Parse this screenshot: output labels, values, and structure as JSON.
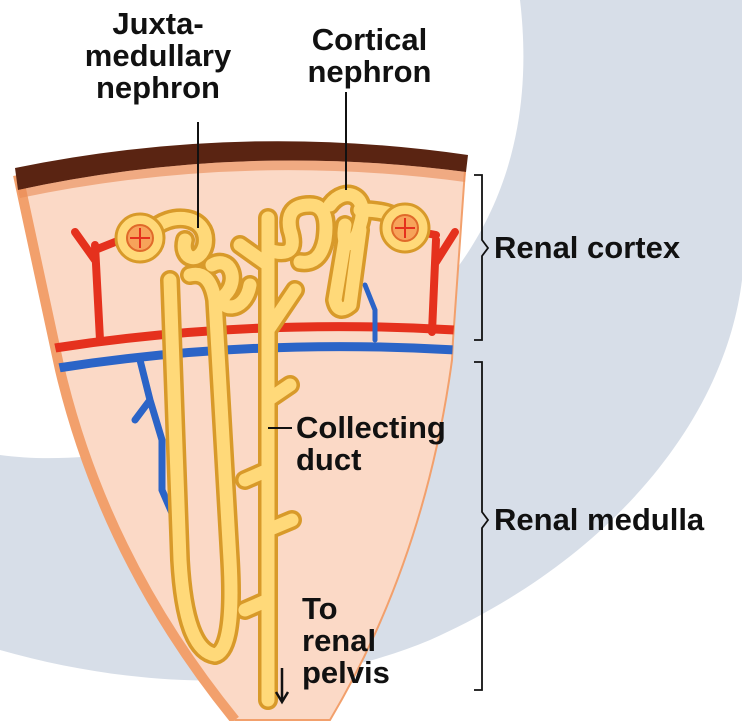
{
  "labels": {
    "juxtamedullary": "Juxta-\nmedullary\nnephron",
    "cortical": "Cortical\nnephron",
    "renal_cortex": "Renal cortex",
    "renal_medulla": "Renal medulla",
    "collecting_duct": "Collecting\nduct",
    "to_renal_pelvis": "To\nrenal\npelvis"
  },
  "colors": {
    "background_arc": "#d7dee8",
    "tissue": "#fbd9c6",
    "tissue_edge": "#f2a06c",
    "capsule": "#5a2412",
    "artery": "#e5311d",
    "vein": "#2b64c7",
    "tubule_fill": "#ffd979",
    "tubule_edge": "#d89a2a",
    "text": "#111111"
  }
}
